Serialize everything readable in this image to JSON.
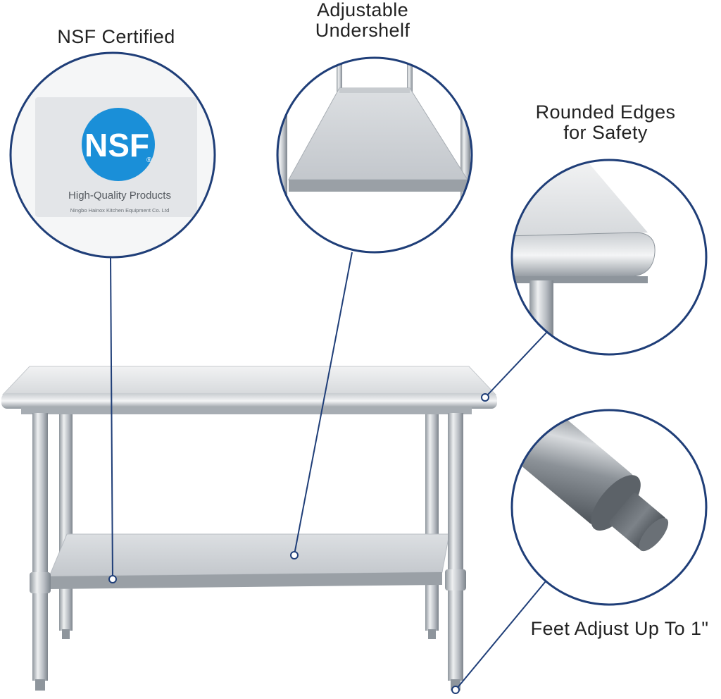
{
  "callouts": {
    "nsf": {
      "title": "NSF Certified"
    },
    "undershelf": {
      "line1": "Adjustable",
      "line2": "Undershelf"
    },
    "edges": {
      "line1": "Rounded Edges",
      "line2": "for Safety"
    },
    "feet": {
      "title": "Feet Adjust Up To 1\""
    }
  },
  "nsf_label": {
    "logo_text": "NSF",
    "registered_mark": "®",
    "tagline": "High-Quality Products",
    "manufacturer": "Ningbo Hainox Kitchen Equipment Co. Ltd"
  },
  "colors": {
    "callout_ring": "#1f3e78",
    "nsf_blue": "#1a8fd8",
    "steel_light": "#e6e8ea",
    "steel_mid": "#b7bcc2",
    "steel_dark": "#7d848c"
  }
}
